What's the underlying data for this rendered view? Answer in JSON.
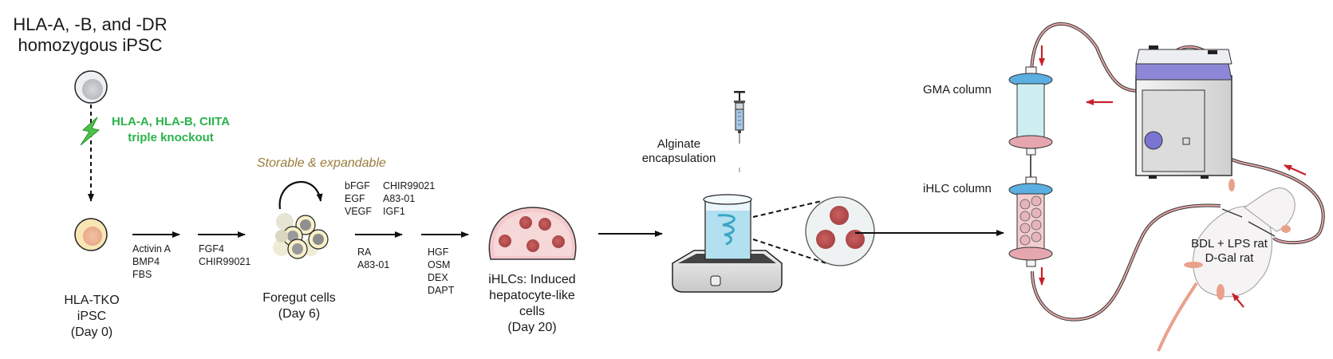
{
  "title": {
    "line1": "HLA-A, -B, and -DR",
    "line2": "homozygous iPSC"
  },
  "knockout": {
    "line1": "HLA-A, HLA-B, CIITA",
    "line2": "triple knockout",
    "color": "#2bb34a",
    "icon": "lightning-bolt-icon"
  },
  "stages": {
    "tko": {
      "line1": "HLA-TKO",
      "line2": "iPSC",
      "line3": "(Day 0)"
    },
    "foregut": {
      "line1": "Foregut cells",
      "line2": "(Day 6)"
    },
    "ihlc": {
      "line1": "iHLCs: Induced",
      "line2": "hepatocyte-like",
      "line3": "cells",
      "line4": "(Day 20)"
    }
  },
  "steps": [
    {
      "factors": [
        "Activin A",
        "BMP4",
        "FBS"
      ]
    },
    {
      "factors": [
        "FGF4",
        "CHIR99021"
      ]
    },
    {
      "factors": [
        "RA",
        "A83-01"
      ]
    },
    {
      "factors": [
        "HGF",
        "OSM",
        "DEX",
        "DAPT"
      ]
    }
  ],
  "expansion": {
    "note": "Storable & expandable",
    "note_color": "#9b7b3c",
    "factors_col1": [
      "bFGF",
      "EGF",
      "VEGF"
    ],
    "factors_col2": [
      "CHIR99021",
      "A83-01",
      "IGF1"
    ]
  },
  "encapsulation": {
    "line1": "Alginate",
    "line2": "encapsulation"
  },
  "device": {
    "gma_column": "GMA column",
    "ihlc_column": "iHLC column",
    "rat_line1": "BDL + LPS rat",
    "rat_line2": "D-Gal rat",
    "flow_arrow_color": "#c8202a",
    "tubing_color": "#e9a7a7"
  }
}
